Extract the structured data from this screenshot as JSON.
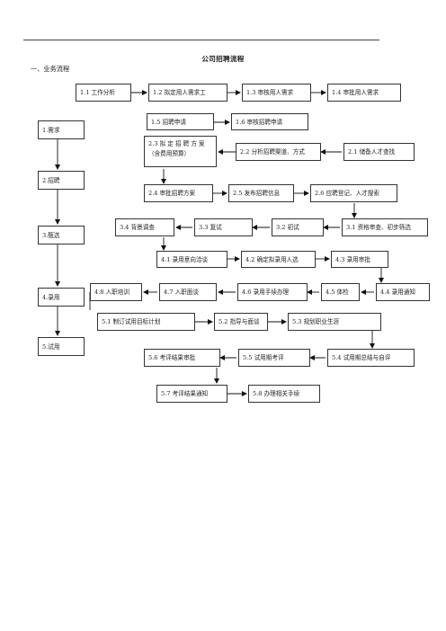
{
  "page": {
    "title": "公司招聘流程",
    "section_heading": "一、业务流程"
  },
  "stages": {
    "s1": "1.需求",
    "s2": "2.招聘",
    "s3": "3.甄选",
    "s4": "4.录用",
    "s5": "5.试用"
  },
  "steps": {
    "b1_1": "1.1 工作分析",
    "b1_2": "1.2 拟定用人需求工",
    "b1_3": "1.3 审核用人需求",
    "b1_4": "1.4 审批用人需求",
    "b1_5": "1.5 招聘申请",
    "b1_6": "1.6 审核招聘申请",
    "b2_3": "2.3  拟 定 招 聘 方 案（含费用预算）",
    "b2_2": "2.2 分析招聘渠道、方式",
    "b2_1": "2.1 储备人才查找",
    "b2_4": "2.4 审批招聘方案",
    "b2_5": "2.5 发布招聘信息",
    "b2_6": "2.6 应聘登记、人才搜索",
    "b3_4": "3.4 背景调查",
    "b3_3": "3.3 复试",
    "b3_2": "3.2 初试",
    "b3_1": "3.1 资格审查、初步筛选",
    "b4_1": "4.1 录用意向洽谈",
    "b4_2": "4.2 确定拟录用人选",
    "b4_3": "4.3 录用审批",
    "b4_8": "4.8 入职培训",
    "b4_7": "4.7 入职面谈",
    "b4_6": "4.6 录用手续办理",
    "b4_5": "4.5 体检",
    "b4_4": "4.4 录用通知",
    "b5_1": "5.1 制订试用目标计划",
    "b5_2": "5.2 指导与面谈",
    "b5_3": "5.3 规划职业生涯",
    "b5_6": "5.6 考评结果审批",
    "b5_5": "5.5 试用期考评",
    "b5_4": "5.4 试用期总结与自评",
    "b5_7": "5.7 考评结果通知",
    "b5_8": "5.8 办理相关手续"
  }
}
